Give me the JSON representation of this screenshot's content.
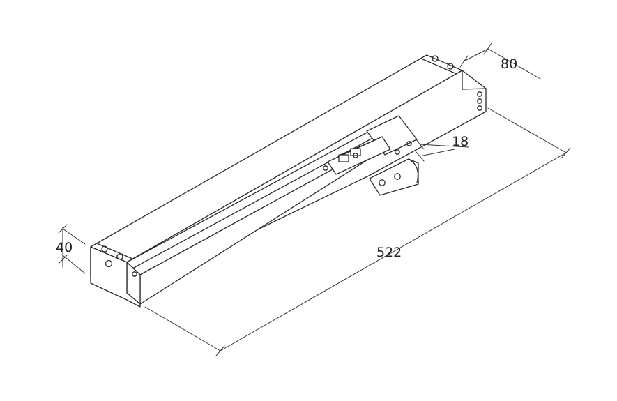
{
  "diagram": {
    "kind": "isometric technical drawing of a linear chain actuator",
    "colors": {
      "line": "#2b2b2b",
      "dimension": "#333333",
      "fill": "#ffffff"
    },
    "dimensions": {
      "width": "80",
      "bracket": "18",
      "length": "522",
      "height": "40"
    }
  }
}
